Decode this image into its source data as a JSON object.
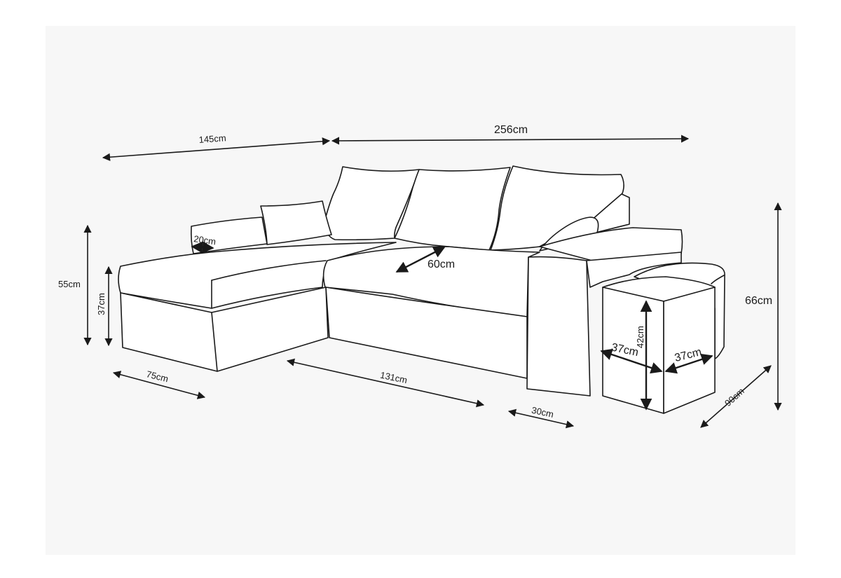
{
  "dimensions": {
    "overall_width": "256cm",
    "chaise_length": "145cm",
    "height": "66cm",
    "depth": "90cm",
    "seat_height": "55cm",
    "base_height": "37cm",
    "chaise_width": "75cm",
    "seat_width": "131cm",
    "armrest_width": "30cm",
    "seat_depth": "60cm",
    "backrest_thickness": "20cm",
    "pouf_width": "37cm",
    "pouf_depth": "37cm",
    "pouf_height": "42cm"
  }
}
